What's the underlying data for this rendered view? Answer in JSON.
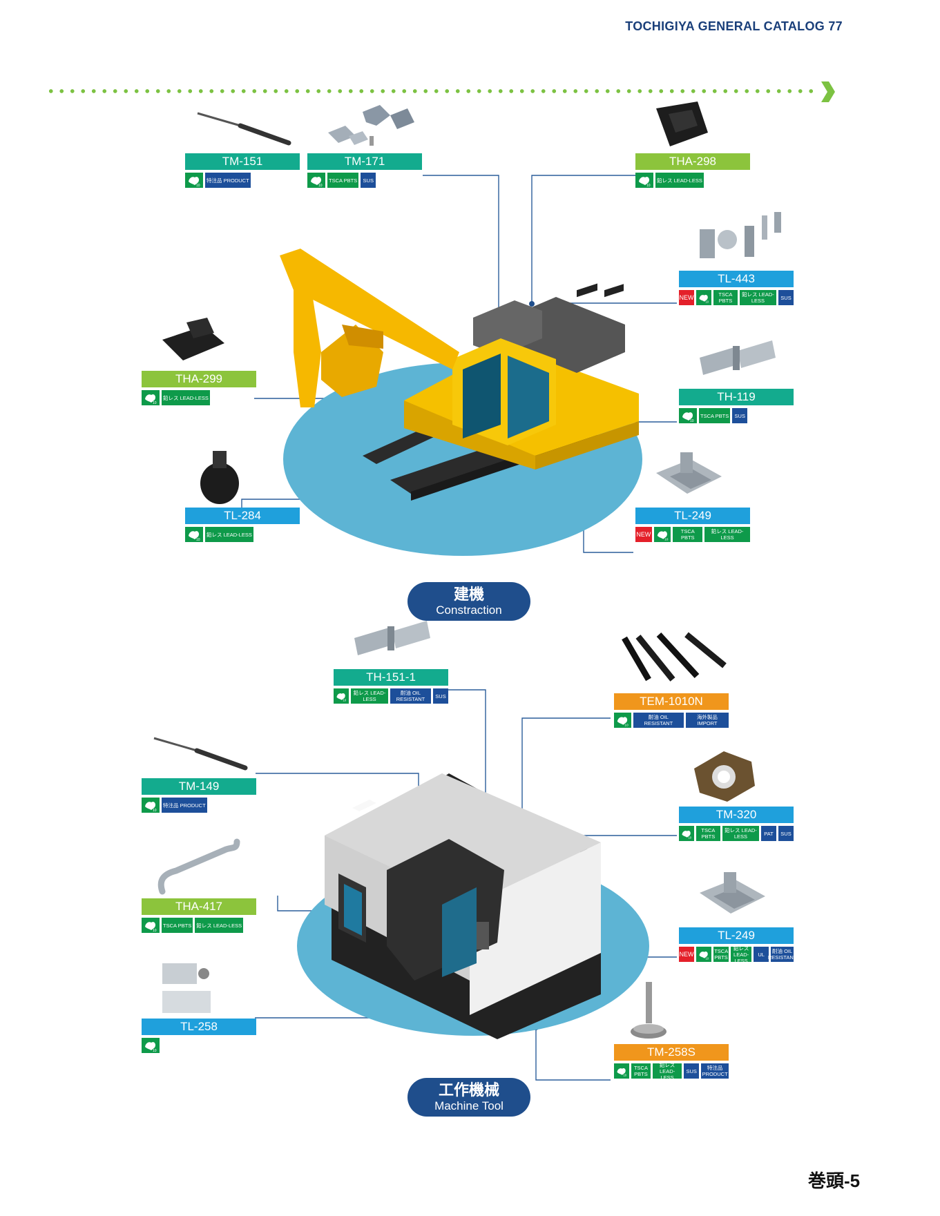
{
  "header": {
    "title": "TOCHIGIYA GENERAL CATALOG 77"
  },
  "footer": {
    "page": "巻頭-5"
  },
  "colors": {
    "teal": "#13ab8e",
    "green": "#8cc43c",
    "blue": "#1fa0dc",
    "orange": "#f0961c",
    "navy": "#1f4e8c",
    "dots": "#7cc242"
  },
  "construction": {
    "label_jp": "建機",
    "label_en": "Constraction",
    "products": [
      {
        "code": "TM-151",
        "color": "teal",
        "badges": [
          "eco",
          "特注品 PRODUCT"
        ],
        "icon": "gas-spring-icon"
      },
      {
        "code": "TM-171",
        "color": "teal",
        "badges": [
          "eco",
          "TSCA PBTS",
          "SUS"
        ],
        "icon": "bracket-icon"
      },
      {
        "code": "THA-298",
        "color": "green",
        "badges": [
          "eco",
          "鉛レス LEAD-LESS"
        ],
        "icon": "paddle-latch-icon"
      },
      {
        "code": "TL-443",
        "color": "blue",
        "badges": [
          "NEW",
          "eco",
          "TSCA PBTS",
          "鉛レス LEAD-LESS",
          "SUS"
        ],
        "icon": "window-latch-icon"
      },
      {
        "code": "THA-299",
        "color": "green",
        "badges": [
          "eco",
          "鉛レス LEAD-LESS"
        ],
        "icon": "handle-icon"
      },
      {
        "code": "TH-119",
        "color": "teal",
        "badges": [
          "eco",
          "TSCA PBTS",
          "SUS"
        ],
        "icon": "hinge-icon"
      },
      {
        "code": "TL-284",
        "color": "blue",
        "badges": [
          "eco",
          "鉛レス LEAD-LESS"
        ],
        "icon": "knob-latch-icon"
      },
      {
        "code": "TL-249",
        "color": "blue",
        "badges": [
          "NEW",
          "eco",
          "TSCA PBTS",
          "鉛レス LEAD-LESS"
        ],
        "icon": "draw-latch-icon"
      }
    ]
  },
  "machine": {
    "label_jp": "工作機械",
    "label_en": "Machine Tool",
    "products": [
      {
        "code": "TH-151-1",
        "color": "teal",
        "badges": [
          "eco",
          "鉛レス LEAD-LESS",
          "耐油 OIL RESISTANT",
          "SUS"
        ],
        "icon": "hinge-icon"
      },
      {
        "code": "TEM-1010N",
        "color": "orange",
        "badges": [
          "eco",
          "耐油 OIL RESISTANT",
          "海外製品 IMPORT"
        ],
        "icon": "gasket-icon"
      },
      {
        "code": "TM-149",
        "color": "teal",
        "badges": [
          "eco",
          "特注品 PRODUCT"
        ],
        "icon": "gas-spring-icon"
      },
      {
        "code": "TM-320",
        "color": "blue",
        "badges": [
          "eco",
          "TSCA PBTS",
          "鉛レス LEAD-LESS",
          "PAT",
          "SUS"
        ],
        "icon": "flange-icon"
      },
      {
        "code": "THA-417",
        "color": "green",
        "badges": [
          "eco",
          "TSCA PBTS",
          "鉛レス LEAD-LESS"
        ],
        "icon": "pull-handle-icon"
      },
      {
        "code": "TL-249",
        "color": "blue",
        "badges": [
          "NEW",
          "eco",
          "TSCA PBTS",
          "鉛レス LEAD-LESS",
          "UL",
          "耐油 OIL RESISTANT"
        ],
        "icon": "draw-latch-icon"
      },
      {
        "code": "TL-258",
        "color": "blue",
        "badges": [
          "eco"
        ],
        "icon": "solenoid-lock-icon"
      },
      {
        "code": "TM-258S",
        "color": "orange",
        "badges": [
          "eco",
          "TSCA PBTS",
          "鉛レス LEAD-LESS",
          "SUS",
          "特注品 PRODUCT"
        ],
        "icon": "leveling-foot-icon"
      }
    ]
  }
}
